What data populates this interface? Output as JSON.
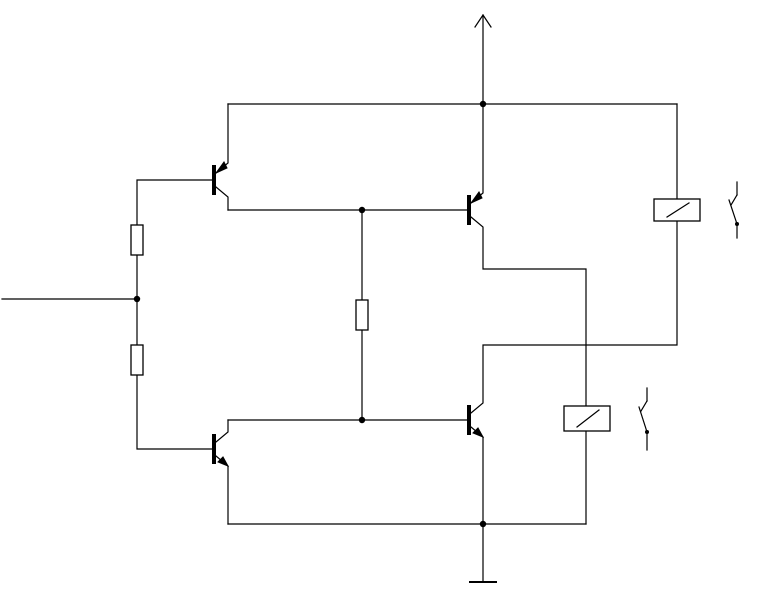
{
  "diagram": {
    "type": "circuit schematic",
    "components": {
      "input": "input-terminal",
      "supply": "supply-arrow",
      "ground": "ground-symbol",
      "resistors": [
        "resistor-r1",
        "resistor-r2",
        "resistor-r3"
      ],
      "transistors": [
        {
          "id": "transistor-q1",
          "type": "pnp"
        },
        {
          "id": "transistor-q2",
          "type": "npn"
        },
        {
          "id": "transistor-q3",
          "type": "pnp"
        },
        {
          "id": "transistor-q4",
          "type": "npn"
        }
      ],
      "relays": [
        "relay-k1",
        "relay-k2"
      ],
      "switches": [
        "relay-contact-k1",
        "relay-contact-k2"
      ]
    }
  }
}
